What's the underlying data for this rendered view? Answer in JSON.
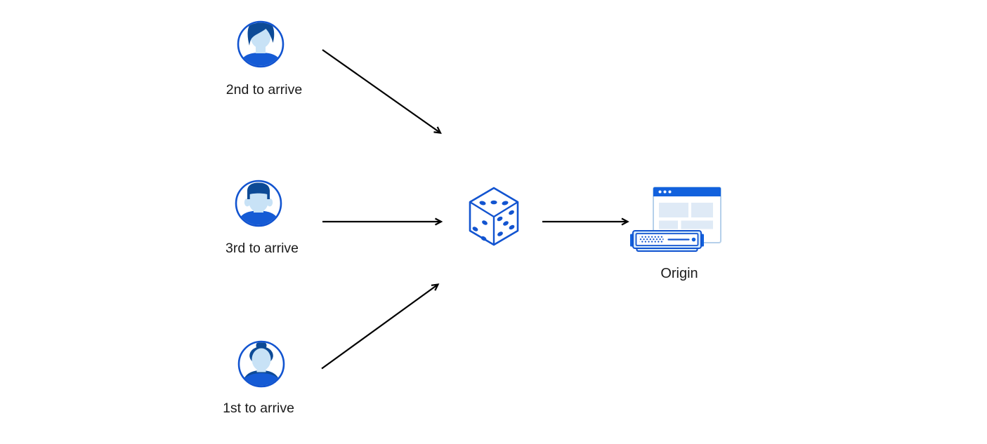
{
  "diagram": {
    "description": "Three visitors routed through a random dice selector to one origin server",
    "nodes": {
      "visitor_top": {
        "label": "2nd to arrive",
        "icon": "user-avatar-icon"
      },
      "visitor_middle": {
        "label": "3rd to arrive",
        "icon": "user-avatar-icon"
      },
      "visitor_bottom": {
        "label": "1st to arrive",
        "icon": "user-avatar-icon"
      },
      "selector": {
        "label": "",
        "icon": "dice-icon"
      },
      "origin": {
        "label": "Origin",
        "icon": "origin-server-icon"
      }
    },
    "edges": [
      {
        "from": "visitor_top",
        "to": "selector"
      },
      {
        "from": "visitor_middle",
        "to": "selector"
      },
      {
        "from": "visitor_bottom",
        "to": "selector"
      },
      {
        "from": "selector",
        "to": "origin"
      }
    ]
  },
  "colors": {
    "background": "#ffffff",
    "primary": "#1254d0",
    "navy": "#0d4a96",
    "skin": "#c8e2f6",
    "shirt": "#155bd5",
    "accent": "#1261dd",
    "panel": "#dfeaf6",
    "casing": "#d6ebfb",
    "window_border": "#b5d0ea",
    "arrow": "#000000",
    "text": "#1b1b1b"
  }
}
